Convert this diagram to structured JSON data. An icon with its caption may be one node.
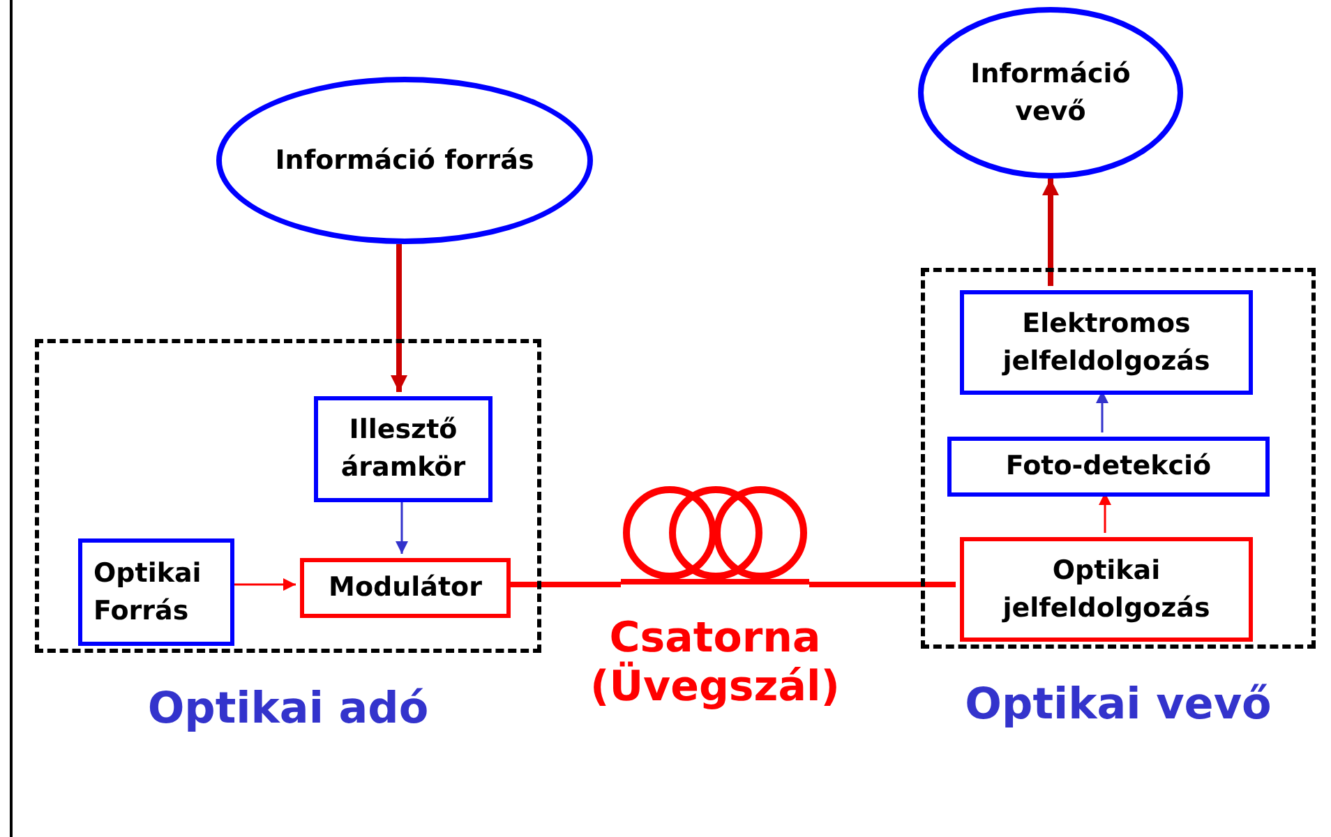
{
  "diagram": {
    "nodes": [
      {
        "text": [
          "Információ forrás"
        ]
      },
      {
        "text": [
          "Optikai adó"
        ]
      },
      {
        "text": [
          "Illesztő áramkör"
        ],
        "in": 1
      },
      {
        "text": [
          "Optikai Forrás"
        ],
        "in": 1
      },
      {
        "text": [
          "Modulátor"
        ],
        "in": 1
      },
      {
        "text": [],
        "shape": "picture",
        "beside": [
          "Csatorna (Üvegszál)"
        ]
      },
      {
        "text": [
          "Optikai vevő"
        ]
      },
      {
        "text": [
          "Elektromos jelfeldolgozás"
        ],
        "in": 6
      },
      {
        "text": [
          "Foto-detekció"
        ],
        "in": 6
      },
      {
        "text": [
          "Optikai jelfeldolgozás"
        ],
        "in": 6
      },
      {
        "text": [
          "Információ vevő"
        ]
      }
    ],
    "edges": [
      {
        "from": 0,
        "to": 2,
        "arrow": "to",
        "style": "thick",
        "color": "#cc0000"
      },
      {
        "from": 2,
        "to": 4,
        "arrow": "to",
        "color": "#3333cc"
      },
      {
        "from": 3,
        "to": 4,
        "arrow": "to"
      },
      {
        "from": 4,
        "to": 5,
        "arrow": "none",
        "style": "thick"
      },
      {
        "from": 5,
        "to": 9,
        "arrow": "none",
        "style": "thick"
      },
      {
        "from": 9,
        "to": 8,
        "arrow": "to"
      },
      {
        "from": 8,
        "to": 7,
        "arrow": "to",
        "color": "#3333cc"
      },
      {
        "from": 7,
        "to": 10,
        "arrow": "to",
        "style": "thick",
        "color": "#cc0000"
      }
    ]
  }
}
